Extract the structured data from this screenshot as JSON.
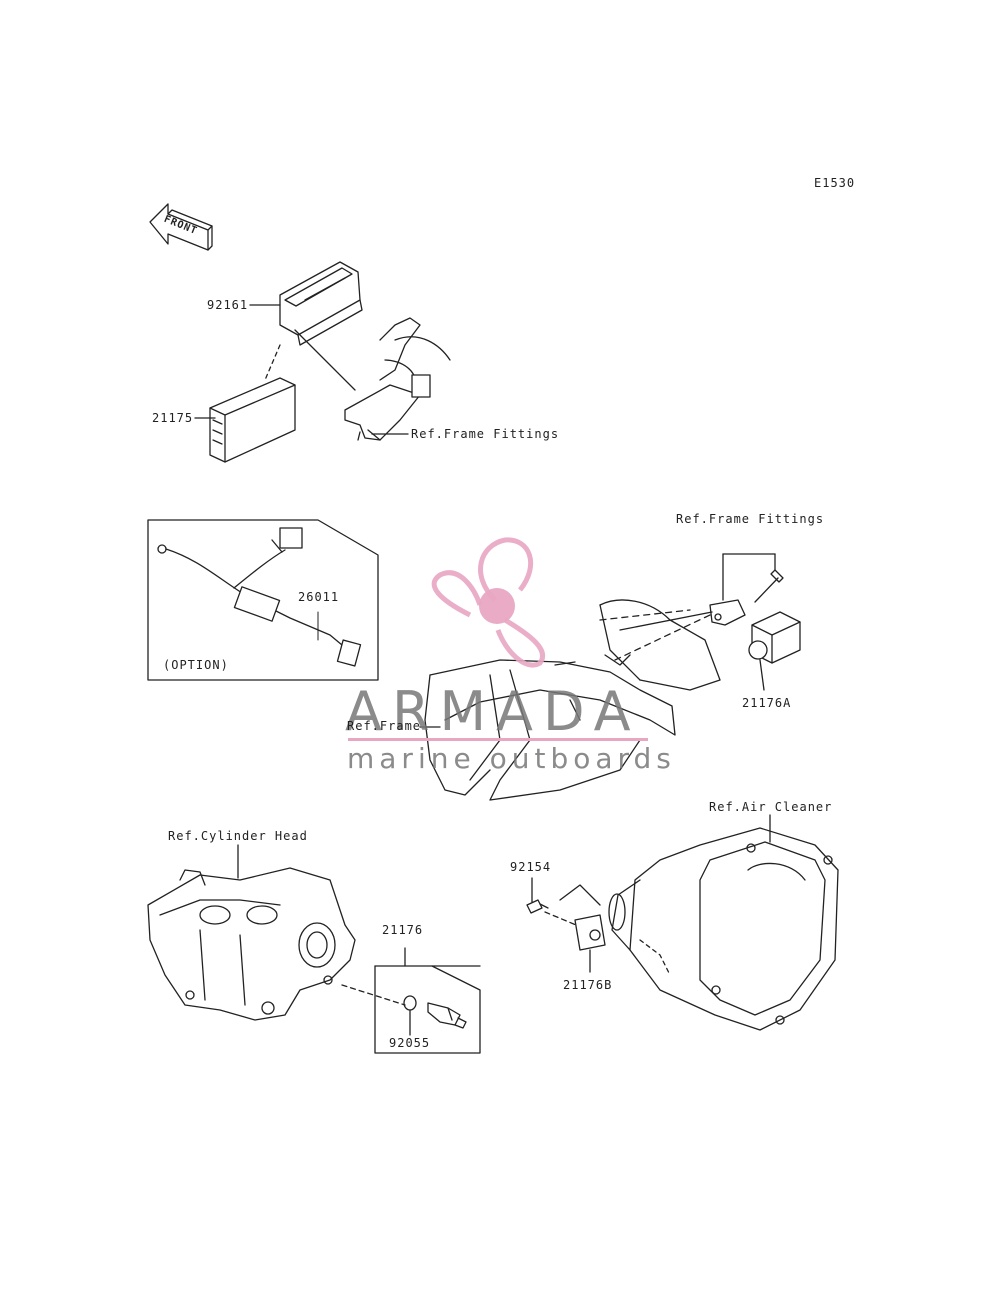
{
  "diagram": {
    "code": "E1530",
    "front_label": "FRONT",
    "option_label": "(OPTION)",
    "refs": {
      "frame_fittings_top": "Ref.Frame Fittings",
      "frame_fittings_mid": "Ref.Frame Fittings",
      "frame": "Ref.Frame",
      "cylinder_head": "Ref.Cylinder Head",
      "air_cleaner": "Ref.Air Cleaner"
    },
    "parts": [
      "92161",
      "21175",
      "26011",
      "21176A",
      "21176",
      "92055",
      "92154",
      "21176B"
    ]
  },
  "watermark": {
    "brand": "ARMADA",
    "tagline": "marine outboards",
    "accent_color": "#e8a6c3",
    "text_color": "#777777"
  }
}
